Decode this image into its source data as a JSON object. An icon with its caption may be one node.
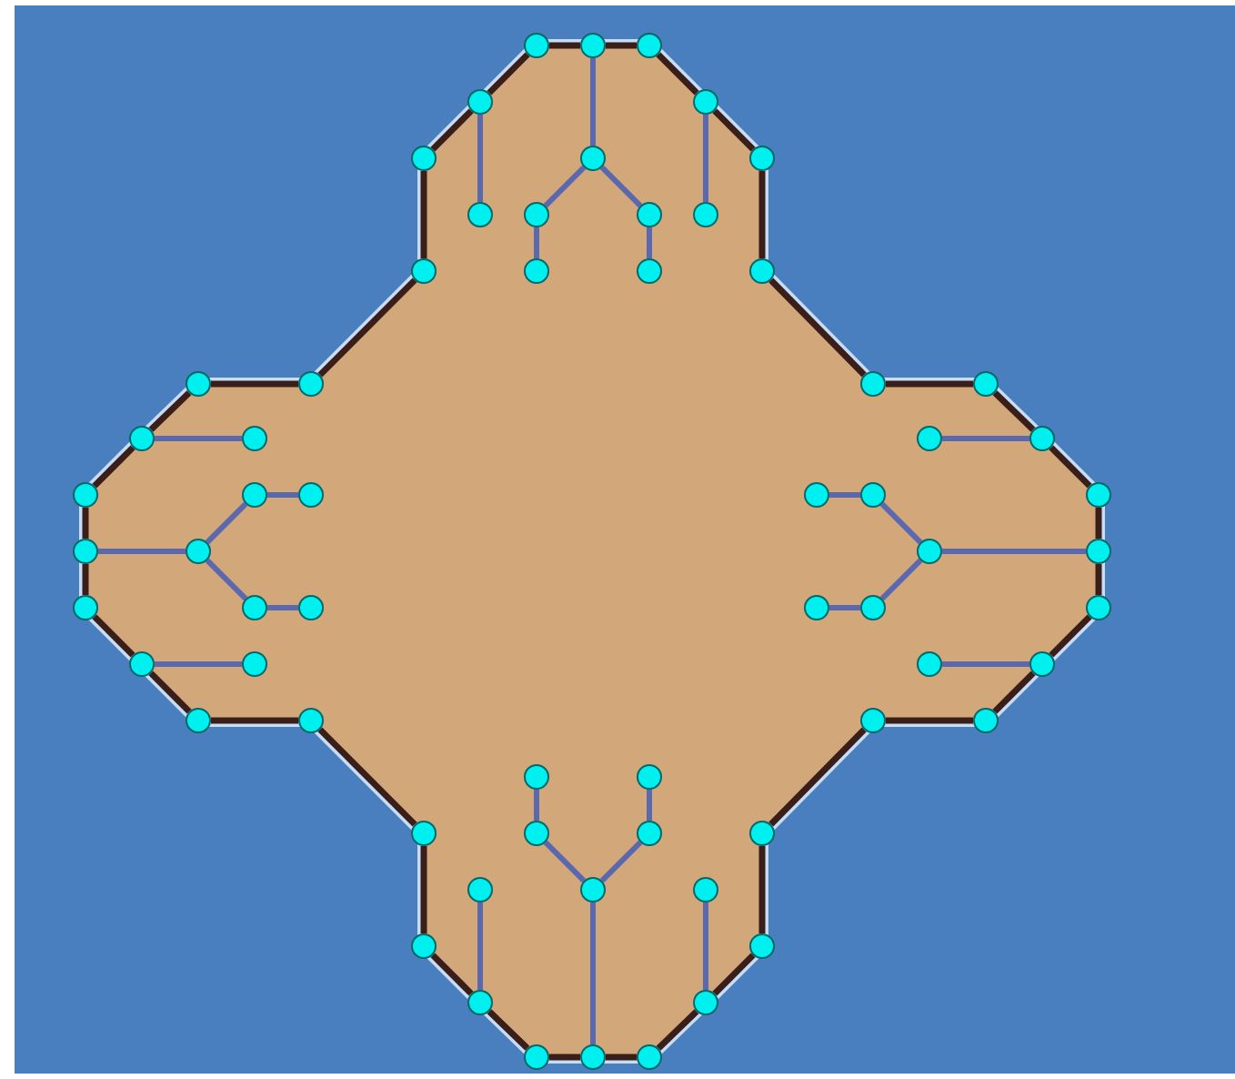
{
  "diagram": {
    "nodes": [
      {
        "text": [],
        "shape": "circle"
      },
      {
        "text": [],
        "shape": "circle"
      },
      {
        "text": [],
        "shape": "circle"
      },
      {
        "text": [],
        "shape": "circle"
      },
      {
        "text": [],
        "shape": "circle"
      },
      {
        "text": [],
        "shape": "circle"
      },
      {
        "text": [],
        "shape": "circle"
      },
      {
        "text": [],
        "shape": "circle"
      },
      {
        "text": [],
        "shape": "circle"
      },
      {
        "text": [],
        "shape": "circle"
      },
      {
        "text": [],
        "shape": "circle"
      },
      {
        "text": [],
        "shape": "circle"
      },
      {
        "text": [],
        "shape": "circle"
      },
      {
        "text": [],
        "shape": "circle"
      },
      {
        "text": [],
        "shape": "circle"
      },
      {
        "text": [],
        "shape": "circle"
      },
      {
        "text": [],
        "shape": "circle"
      },
      {
        "text": [],
        "shape": "circle"
      },
      {
        "text": [],
        "shape": "circle"
      },
      {
        "text": [],
        "shape": "circle"
      },
      {
        "text": [],
        "shape": "circle"
      },
      {
        "text": [],
        "shape": "circle"
      },
      {
        "text": [],
        "shape": "circle"
      },
      {
        "text": [],
        "shape": "circle"
      },
      {
        "text": [],
        "shape": "circle"
      },
      {
        "text": [],
        "shape": "circle"
      },
      {
        "text": [],
        "shape": "circle"
      },
      {
        "text": [],
        "shape": "circle"
      },
      {
        "text": [],
        "shape": "circle"
      },
      {
        "text": [],
        "shape": "circle"
      },
      {
        "text": [],
        "shape": "circle"
      },
      {
        "text": [],
        "shape": "circle"
      },
      {
        "text": [],
        "shape": "circle"
      },
      {
        "text": [],
        "shape": "circle"
      },
      {
        "text": [],
        "shape": "circle"
      },
      {
        "text": [],
        "shape": "circle"
      },
      {
        "text": [],
        "shape": "circle"
      },
      {
        "text": [],
        "shape": "circle"
      },
      {
        "text": [],
        "shape": "circle"
      },
      {
        "text": [],
        "shape": "circle"
      },
      {
        "text": [],
        "shape": "circle"
      },
      {
        "text": [],
        "shape": "circle"
      },
      {
        "text": [],
        "shape": "circle"
      },
      {
        "text": [],
        "shape": "circle"
      },
      {
        "text": [],
        "shape": "circle"
      },
      {
        "text": [],
        "shape": "circle"
      },
      {
        "text": [],
        "shape": "circle"
      },
      {
        "text": [],
        "shape": "circle"
      },
      {
        "text": [],
        "shape": "circle"
      },
      {
        "text": [],
        "shape": "circle"
      },
      {
        "text": [],
        "shape": "circle"
      },
      {
        "text": [],
        "shape": "circle"
      },
      {
        "text": [],
        "shape": "circle"
      },
      {
        "text": [],
        "shape": "circle"
      },
      {
        "text": [],
        "shape": "circle"
      },
      {
        "text": [],
        "shape": "circle"
      },
      {
        "text": [],
        "shape": "circle"
      },
      {
        "text": [],
        "shape": "circle"
      },
      {
        "text": [],
        "shape": "circle"
      },
      {
        "text": [],
        "shape": "circle"
      },
      {
        "text": [],
        "shape": "circle"
      },
      {
        "text": [],
        "shape": "circle"
      },
      {
        "text": [],
        "shape": "circle"
      },
      {
        "text": [],
        "shape": "circle"
      }
    ],
    "edges": [
      {
        "from": 12,
        "to": 5,
        "arrow": "none"
      },
      {
        "from": 5,
        "to": 3,
        "arrow": "none"
      },
      {
        "from": 3,
        "to": 0,
        "arrow": "none"
      },
      {
        "from": 0,
        "to": 1,
        "arrow": "none"
      },
      {
        "from": 1,
        "to": 2,
        "arrow": "none"
      },
      {
        "from": 2,
        "to": 4,
        "arrow": "none"
      },
      {
        "from": 4,
        "to": 7,
        "arrow": "none"
      },
      {
        "from": 7,
        "to": 15,
        "arrow": "none"
      },
      {
        "from": 15,
        "to": 18,
        "arrow": "none"
      },
      {
        "from": 18,
        "to": 19,
        "arrow": "none"
      },
      {
        "from": 19,
        "to": 23,
        "arrow": "none"
      },
      {
        "from": 23,
        "to": 29,
        "arrow": "none"
      },
      {
        "from": 29,
        "to": 33,
        "arrow": "none"
      },
      {
        "from": 33,
        "to": 39,
        "arrow": "none"
      },
      {
        "from": 39,
        "to": 43,
        "arrow": "none"
      },
      {
        "from": 43,
        "to": 47,
        "arrow": "none"
      },
      {
        "from": 47,
        "to": 46,
        "arrow": "none"
      },
      {
        "from": 46,
        "to": 53,
        "arrow": "none"
      },
      {
        "from": 53,
        "to": 58,
        "arrow": "none"
      },
      {
        "from": 58,
        "to": 60,
        "arrow": "none"
      },
      {
        "from": 60,
        "to": 63,
        "arrow": "none"
      },
      {
        "from": 63,
        "to": 62,
        "arrow": "none"
      },
      {
        "from": 62,
        "to": 61,
        "arrow": "none"
      },
      {
        "from": 61,
        "to": 59,
        "arrow": "none"
      },
      {
        "from": 59,
        "to": 57,
        "arrow": "none"
      },
      {
        "from": 57,
        "to": 50,
        "arrow": "none"
      },
      {
        "from": 50,
        "to": 45,
        "arrow": "none"
      },
      {
        "from": 45,
        "to": 44,
        "arrow": "none"
      },
      {
        "from": 44,
        "to": 40,
        "arrow": "none"
      },
      {
        "from": 40,
        "to": 34,
        "arrow": "none"
      },
      {
        "from": 34,
        "to": 30,
        "arrow": "none"
      },
      {
        "from": 30,
        "to": 24,
        "arrow": "none"
      },
      {
        "from": 24,
        "to": 20,
        "arrow": "none"
      },
      {
        "from": 20,
        "to": 16,
        "arrow": "none"
      },
      {
        "from": 16,
        "to": 17,
        "arrow": "none"
      },
      {
        "from": 17,
        "to": 12,
        "arrow": "none"
      },
      {
        "from": 1,
        "to": 6,
        "arrow": "none",
        "color": "#5a68b0"
      },
      {
        "from": 6,
        "to": 9,
        "arrow": "none",
        "color": "#5a68b0"
      },
      {
        "from": 9,
        "to": 13,
        "arrow": "none",
        "color": "#5a68b0"
      },
      {
        "from": 6,
        "to": 10,
        "arrow": "none",
        "color": "#5a68b0"
      },
      {
        "from": 10,
        "to": 14,
        "arrow": "none",
        "color": "#5a68b0"
      },
      {
        "from": 3,
        "to": 8,
        "arrow": "none",
        "color": "#5a68b0"
      },
      {
        "from": 4,
        "to": 11,
        "arrow": "none",
        "color": "#5a68b0"
      },
      {
        "from": 20,
        "to": 21,
        "arrow": "none",
        "color": "#5a68b0"
      },
      {
        "from": 30,
        "to": 31,
        "arrow": "none",
        "color": "#5a68b0"
      },
      {
        "from": 31,
        "to": 25,
        "arrow": "none",
        "color": "#5a68b0"
      },
      {
        "from": 25,
        "to": 26,
        "arrow": "none",
        "color": "#5a68b0"
      },
      {
        "from": 31,
        "to": 35,
        "arrow": "none",
        "color": "#5a68b0"
      },
      {
        "from": 35,
        "to": 36,
        "arrow": "none",
        "color": "#5a68b0"
      },
      {
        "from": 40,
        "to": 41,
        "arrow": "none",
        "color": "#5a68b0"
      },
      {
        "from": 22,
        "to": 23,
        "arrow": "none",
        "color": "#5a68b0"
      },
      {
        "from": 32,
        "to": 33,
        "arrow": "none",
        "color": "#5a68b0"
      },
      {
        "from": 32,
        "to": 28,
        "arrow": "none",
        "color": "#5a68b0"
      },
      {
        "from": 28,
        "to": 27,
        "arrow": "none",
        "color": "#5a68b0"
      },
      {
        "from": 32,
        "to": 38,
        "arrow": "none",
        "color": "#5a68b0"
      },
      {
        "from": 38,
        "to": 37,
        "arrow": "none",
        "color": "#5a68b0"
      },
      {
        "from": 42,
        "to": 43,
        "arrow": "none",
        "color": "#5a68b0"
      },
      {
        "from": 55,
        "to": 62,
        "arrow": "none",
        "color": "#5a68b0"
      },
      {
        "from": 55,
        "to": 51,
        "arrow": "none",
        "color": "#5a68b0"
      },
      {
        "from": 51,
        "to": 48,
        "arrow": "none",
        "color": "#5a68b0"
      },
      {
        "from": 55,
        "to": 52,
        "arrow": "none",
        "color": "#5a68b0"
      },
      {
        "from": 52,
        "to": 49,
        "arrow": "none",
        "color": "#5a68b0"
      },
      {
        "from": 54,
        "to": 59,
        "arrow": "none",
        "color": "#5a68b0"
      },
      {
        "from": 56,
        "to": 60,
        "arrow": "none",
        "color": "#5a68b0"
      }
    ]
  }
}
